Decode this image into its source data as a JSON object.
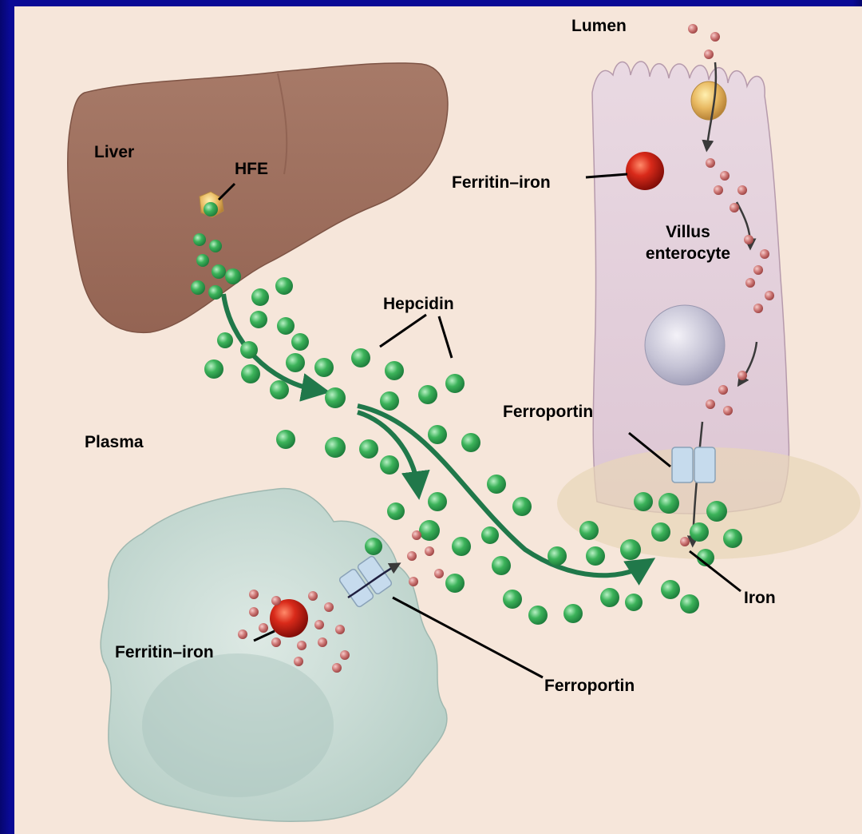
{
  "labels": {
    "lumen": "Lumen",
    "liver": "Liver",
    "hfe": "HFE",
    "ferritin_iron_top": "Ferritin–iron",
    "villus": "Villus",
    "enterocyte": "enterocyte",
    "hepcidin": "Hepcidin",
    "ferroportin_right": "Ferroportin",
    "plasma": "Plasma",
    "iron": "Iron",
    "ferritin_iron_bottom": "Ferritin–iron",
    "ferroportin_bottom": "Ferroportin"
  },
  "colors": {
    "background_frame": "#0a0a8c",
    "panel": "#f6e6da",
    "liver": "#a0705e",
    "enterocyte": "#e6d4e0",
    "macrophage": "#c9dcd5",
    "hepcidin": "#2fa04f",
    "iron": "#c4706e",
    "ferritin": "#c81e16",
    "ferroportin": "#c4d9ea",
    "arrow": "#20784a"
  }
}
